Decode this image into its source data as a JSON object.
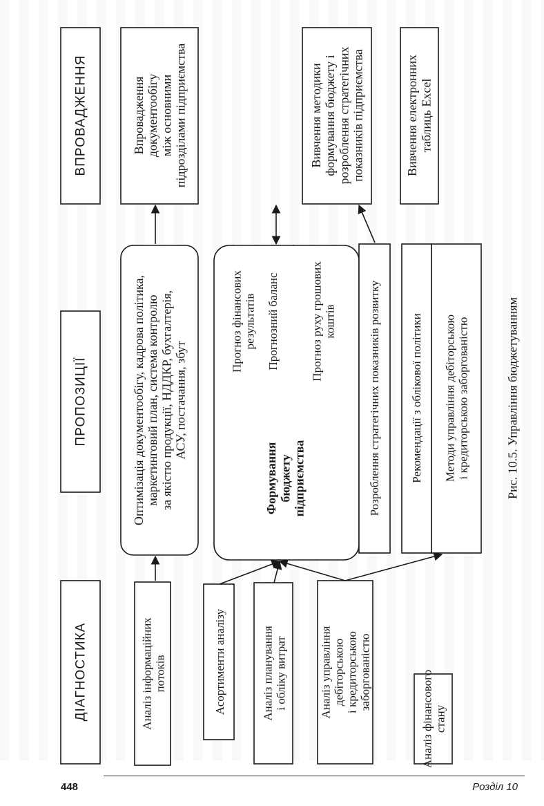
{
  "headers": {
    "diagnostics": "ДІАГНОСТИКА",
    "proposals": "ПРОПОЗИЦІЇ",
    "implementation": "ВПРОВАДЖЕННЯ"
  },
  "diagnostics_items": [
    [
      "Аналіз інформаційних",
      "потоків"
    ],
    [
      "Асортименти аналізу"
    ],
    [
      "Аналіз планування",
      "і обліку витрат"
    ],
    [
      "Аналіз управління",
      "дебіторською",
      "і кредиторською",
      "заборгованістю"
    ],
    [
      "Аналіз фінансового",
      "стану"
    ]
  ],
  "proposals_items": {
    "optimization": [
      "Оптимізація документообігу, кадрова політика,",
      "маркетинговий план, система контролю",
      "за якістю продукції, НДДКР, бухгалтерія,",
      "АСУ, постачання, збут"
    ],
    "budget_title": [
      "Формування",
      "бюджету",
      "підприємства"
    ],
    "budget_parts": [
      [
        "Прогноз фінансових",
        "результатів"
      ],
      [
        "Прогнозний баланс"
      ],
      [
        "Прогноз руху грошових",
        "коштів"
      ]
    ],
    "strategic": [
      "Розроблення стратегічних показників розвитку"
    ],
    "accounting": [
      "Рекомендації з облікової політики"
    ],
    "receivables": [
      "Методи управління дебіторською",
      "і кредиторською заборгованістю"
    ]
  },
  "implementation_items": [
    [
      "Впровадження",
      "документообігу",
      "між основними",
      "підрозділами підприємства"
    ],
    [
      "Вивчення методики",
      "формування бюджету і",
      "розроблення стратегічних",
      "показників підприємства"
    ],
    [
      "Вивчення електронних",
      "таблиць Excel"
    ]
  ],
  "caption": "Рис. 10.5. Управління бюджетуванням",
  "footer": {
    "page_number": "448",
    "section": "Розділ 10"
  }
}
